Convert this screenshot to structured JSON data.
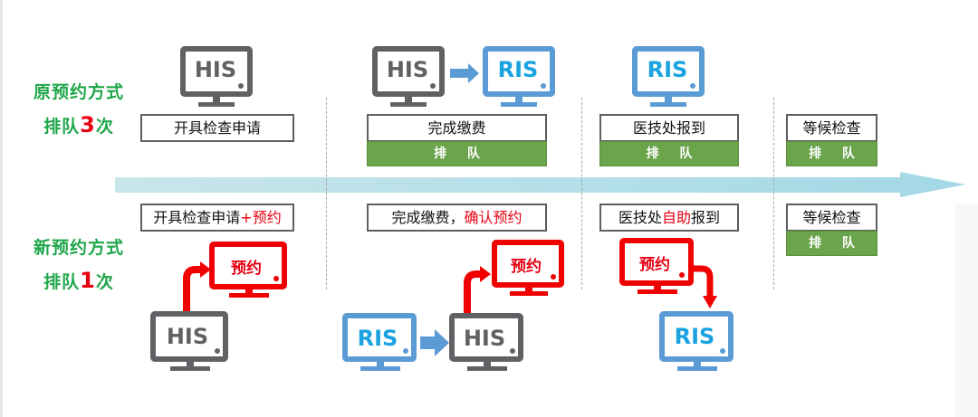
{
  "colors": {
    "his_gray": "#616165",
    "ris_blue": "#5b9bd5",
    "ris_text": "#1aa3e0",
    "reserve_red": "#f00000",
    "queue_green": "#6aa44b",
    "label_green": "#1fa64a",
    "highlight_red": "#e60012",
    "timeline": "#a8dae6"
  },
  "old_process": {
    "title": "原预约方式",
    "queue_prefix": "排队",
    "queue_count": "3",
    "queue_suffix": "次",
    "steps": [
      {
        "label": "开具检查申请",
        "monitors": [
          "HIS"
        ],
        "queue": null
      },
      {
        "label": "完成缴费",
        "monitors": [
          "HIS",
          "RIS"
        ],
        "queue": "排 队"
      },
      {
        "label": "医技处报到",
        "monitors": [
          "RIS"
        ],
        "queue": "排 队"
      },
      {
        "label": "等候检查",
        "monitors": [],
        "queue": "排 队"
      }
    ]
  },
  "new_process": {
    "title": "新预约方式",
    "queue_prefix": "排队",
    "queue_count": "1",
    "queue_suffix": "次",
    "steps": [
      {
        "label_parts": [
          "开具检查申请",
          "+预约",
          ""
        ],
        "monitors": [
          "HIS",
          "预约"
        ],
        "queue": null
      },
      {
        "label_parts": [
          "完成缴费，",
          "确认预约",
          ""
        ],
        "monitors": [
          "RIS",
          "HIS",
          "预约"
        ],
        "queue": null
      },
      {
        "label_parts": [
          "医技处",
          "自助",
          "报到"
        ],
        "monitors": [
          "预约",
          "RIS"
        ],
        "queue": null
      },
      {
        "label_parts": [
          "等候检查",
          "",
          ""
        ],
        "monitors": [],
        "queue": "排 队"
      }
    ]
  },
  "monitor_labels": {
    "his": "HIS",
    "ris": "RIS",
    "reserve": "预约"
  }
}
